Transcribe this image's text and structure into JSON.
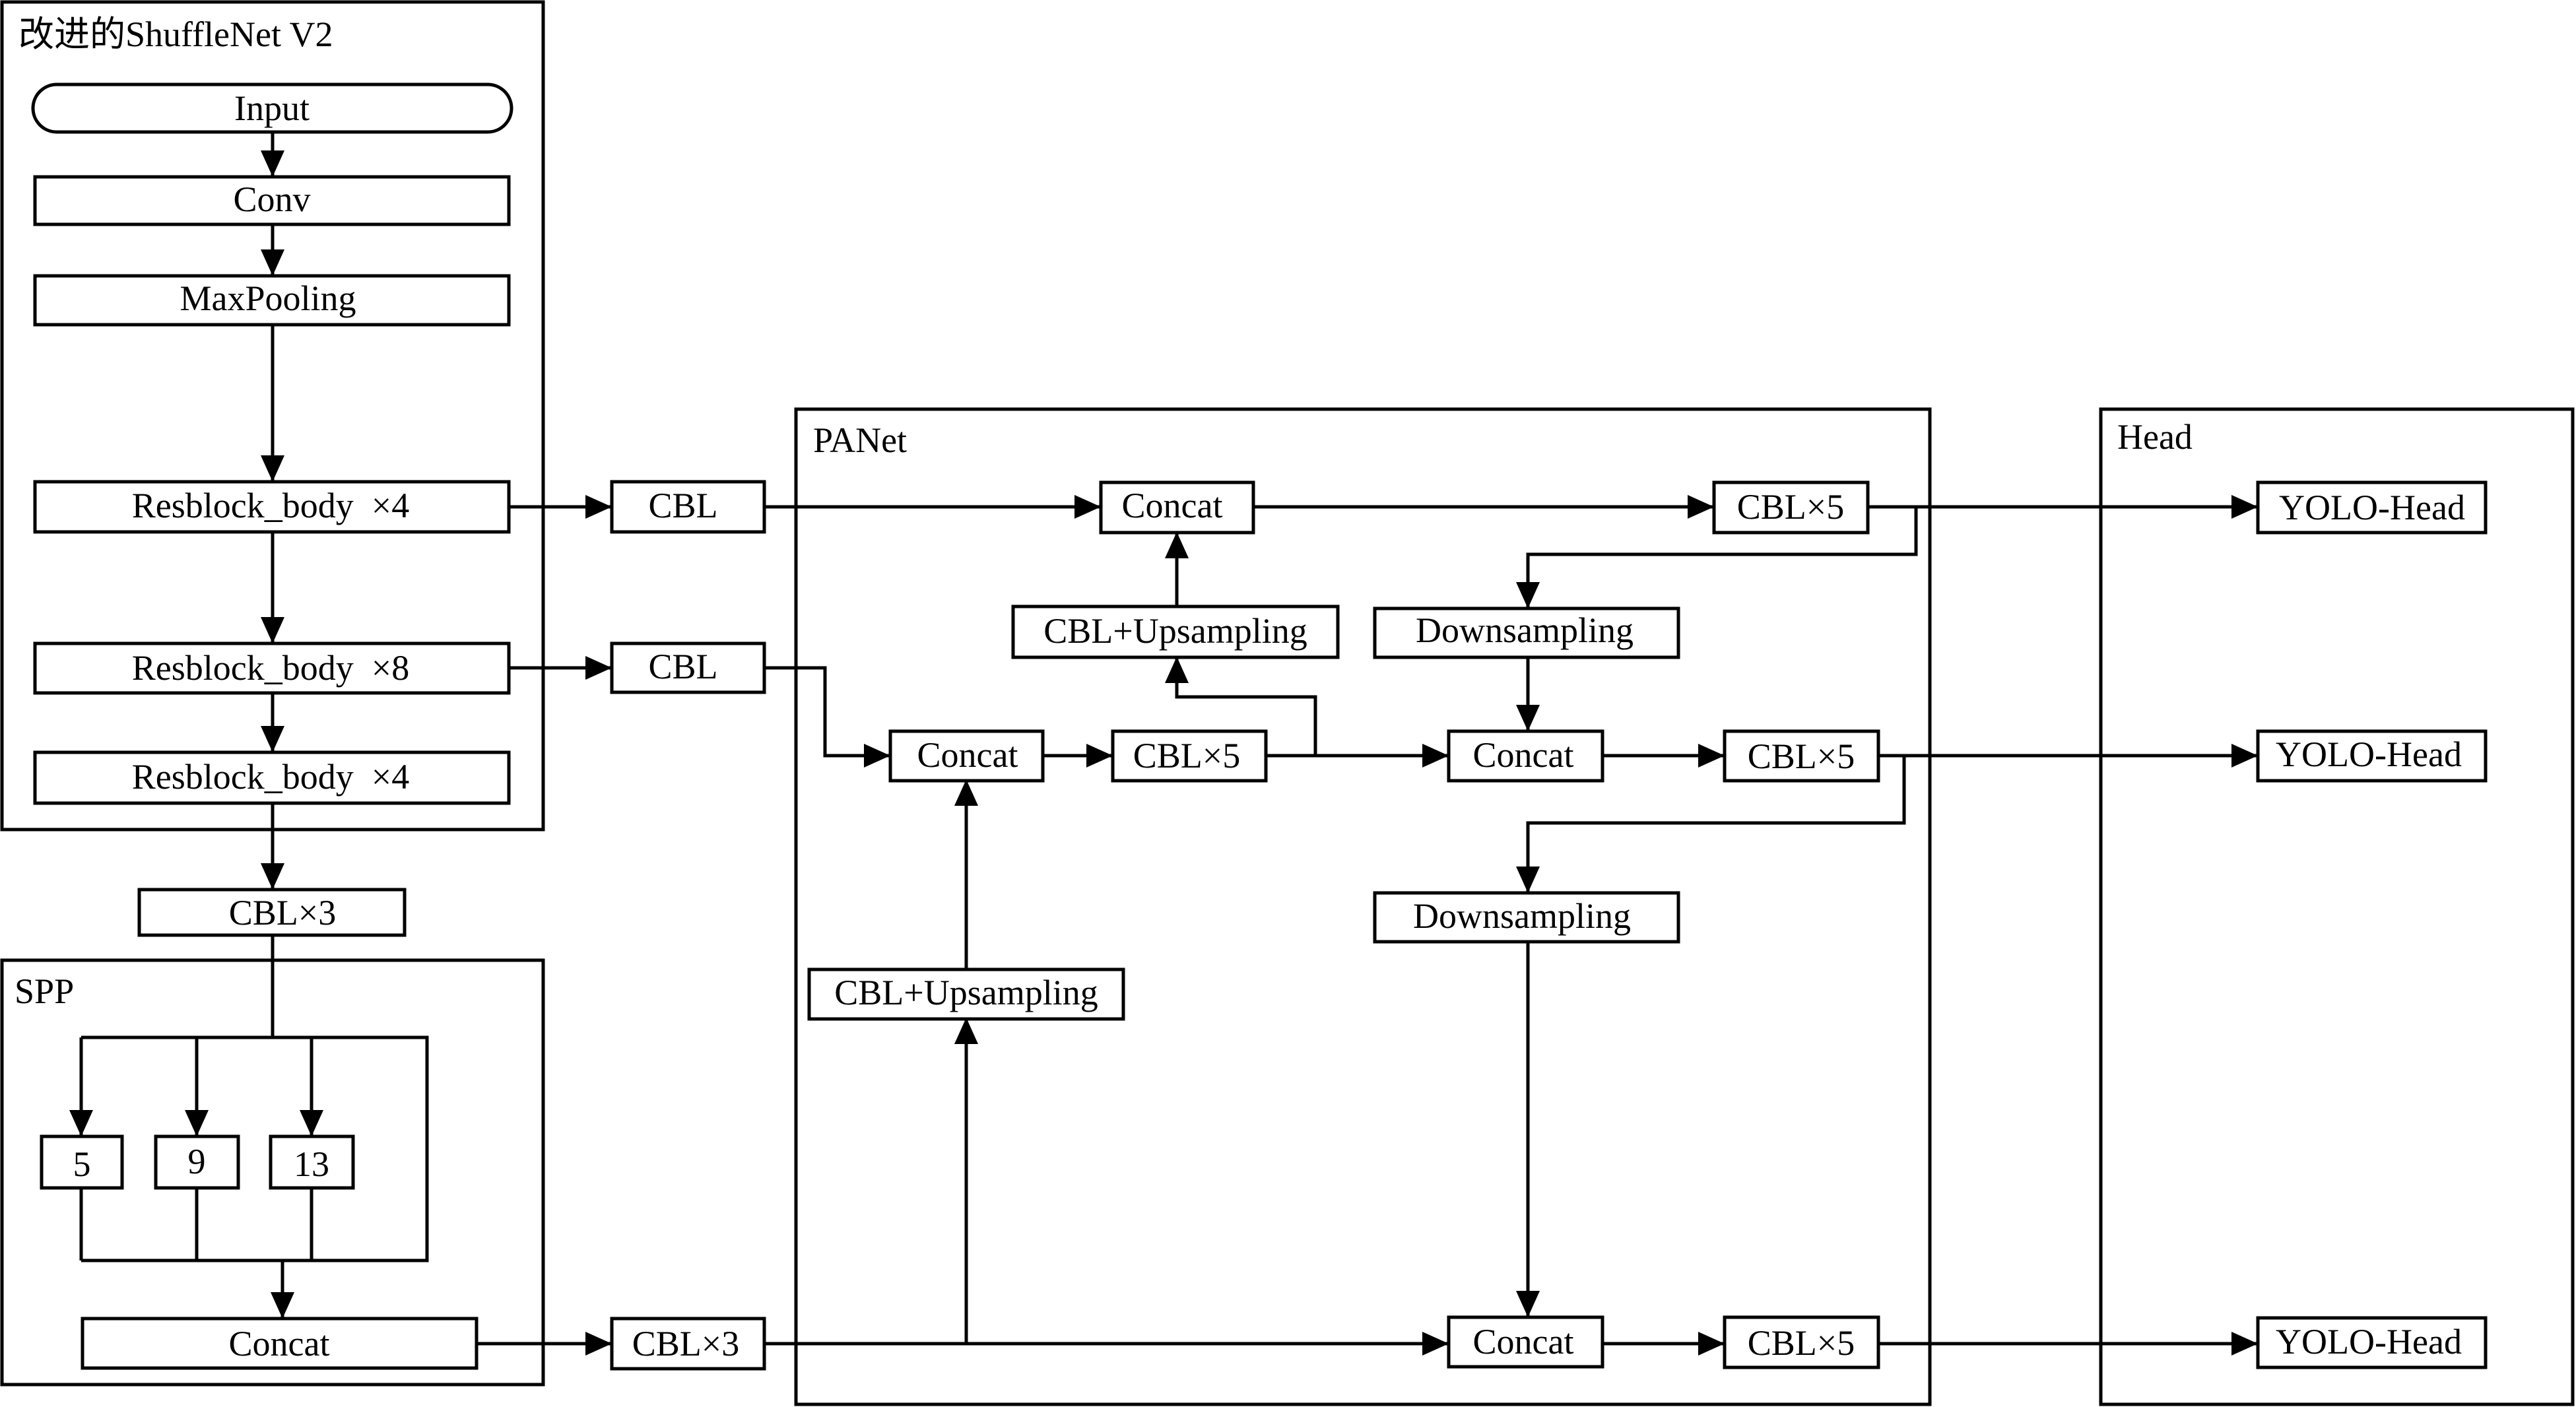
{
  "sections": {
    "backbone": "改进的ShuffleNet V2",
    "spp": "SPP",
    "panet": "PANet",
    "head": "Head"
  },
  "blocks": {
    "input": "Input",
    "conv": "Conv",
    "maxpool": "MaxPooling",
    "res1": "Resblock_body  ×4",
    "res2": "Resblock_body  ×8",
    "res3": "Resblock_body  ×4",
    "cbl_x3_top": "CBL×3",
    "pool5": "5",
    "pool9": "9",
    "pool13": "13",
    "spp_concat": "Concat",
    "cbl_a": "CBL",
    "cbl_b": "CBL",
    "cbl_x3_bottom": "CBL×3",
    "concat_top": "Concat",
    "cbl_up_top": "CBL+Upsampling",
    "concat_mid_left": "Concat",
    "cbl_x5_mid_left": "CBL×5",
    "cbl_up_bottom": "CBL+Upsampling",
    "cbl_x5_top": "CBL×5",
    "down_top": "Downsampling",
    "concat_mid_right": "Concat",
    "cbl_x5_mid_right": "CBL×5",
    "down_bottom": "Downsampling",
    "concat_bottom": "Concat",
    "cbl_x5_bottom": "CBL×5",
    "yolo_head_1": "YOLO-Head",
    "yolo_head_2": "YOLO-Head",
    "yolo_head_3": "YOLO-Head"
  }
}
